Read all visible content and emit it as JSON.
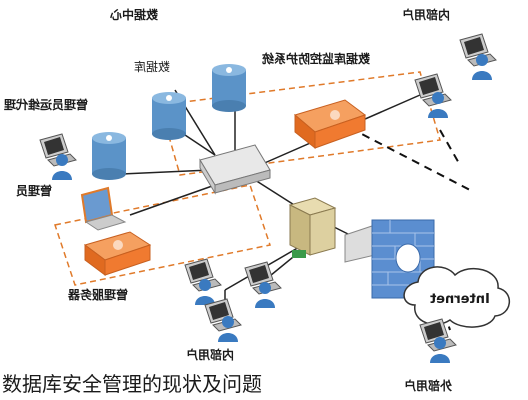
{
  "labels": {
    "data_center": "数据中心",
    "internal_user_top": "内部用户",
    "database": "数据库",
    "db_audit_system": "数据库监控防护系统",
    "admin_proxy": "管理员运维代理",
    "admin": "管理员",
    "admin_server": "管理服务器",
    "internal_user_bottom": "内部用户",
    "external_user": "外部用户",
    "internet": "Internet"
  },
  "caption": "数据库安全管理的现状及问题",
  "colors": {
    "dashed_box": "#e07a2a",
    "orange_device": "#f07a30",
    "db_cylinder": "#5b93c8",
    "person": "#3a7ac0",
    "firewall": "#5b8ed0"
  }
}
